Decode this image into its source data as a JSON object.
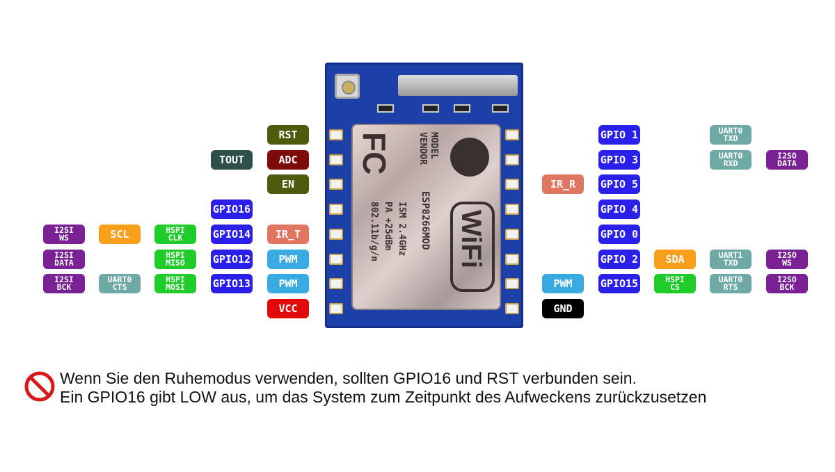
{
  "colors": {
    "olive": "#4e5a0c",
    "darkred": "#7d0b0b",
    "red": "#e20a0a",
    "black": "#000000",
    "tout": "#2f5048",
    "gpio": "#2b20ea",
    "ir": "#e07562",
    "pwm": "#3aaae2",
    "purple": "#7b2196",
    "orange": "#f8a01c",
    "green": "#1fcc2a",
    "teal": "#6ea9a5",
    "pcb": "#1d3fa8"
  },
  "left_pins": [
    {
      "func": {
        "text": "RST",
        "color": "olive"
      }
    },
    {
      "func": {
        "text": "ADC",
        "color": "darkred"
      },
      "gpio": {
        "text": "TOUT",
        "color": "tout"
      }
    },
    {
      "func": {
        "text": "EN",
        "color": "olive"
      }
    },
    {
      "gpio": {
        "text": "GPIO16",
        "color": "gpio"
      }
    },
    {
      "func": {
        "text": "IR_T",
        "color": "ir"
      },
      "gpio": {
        "text": "GPIO14",
        "color": "gpio"
      },
      "hspi": {
        "text": "HSPI\nCLK",
        "color": "green"
      },
      "misc": {
        "text": "SCL",
        "color": "orange"
      },
      "i2s": {
        "text": "I2SI\nWS",
        "color": "purple"
      }
    },
    {
      "func": {
        "text": "PWM",
        "color": "pwm"
      },
      "gpio": {
        "text": "GPIO12",
        "color": "gpio"
      },
      "hspi": {
        "text": "HSPI\nMISO",
        "color": "green"
      },
      "i2s": {
        "text": "I2SI\nDATA",
        "color": "purple"
      }
    },
    {
      "func": {
        "text": "PWM",
        "color": "pwm"
      },
      "gpio": {
        "text": "GPIO13",
        "color": "gpio"
      },
      "hspi": {
        "text": "HSPI\nMOSI",
        "color": "green"
      },
      "misc": {
        "text": "UART0\nCTS",
        "color": "teal"
      },
      "i2s": {
        "text": "I2SI\nBCK",
        "color": "purple"
      }
    },
    {
      "func": {
        "text": "VCC",
        "color": "red"
      }
    }
  ],
  "right_pins": [
    {
      "gpio": {
        "text": "GPIO 1",
        "color": "gpio"
      },
      "uart": {
        "text": "UART0\nTXD",
        "color": "teal"
      }
    },
    {
      "gpio": {
        "text": "GPIO 3",
        "color": "gpio"
      },
      "uart": {
        "text": "UART0\nRXD",
        "color": "teal"
      },
      "i2s": {
        "text": "I2SO\nDATA",
        "color": "purple"
      }
    },
    {
      "func": {
        "text": "IR_R",
        "color": "ir"
      },
      "gpio": {
        "text": "GPIO 5",
        "color": "gpio"
      }
    },
    {
      "gpio": {
        "text": "GPIO 4",
        "color": "gpio"
      }
    },
    {
      "gpio": {
        "text": "GPIO 0",
        "color": "gpio"
      }
    },
    {
      "gpio": {
        "text": "GPIO 2",
        "color": "gpio"
      },
      "misc": {
        "text": "SDA",
        "color": "orange"
      },
      "uart": {
        "text": "UART1\nTXD",
        "color": "teal"
      },
      "i2s": {
        "text": "I2SO\nWS",
        "color": "purple"
      }
    },
    {
      "func": {
        "text": "PWM",
        "color": "pwm"
      },
      "gpio": {
        "text": "GPIO15",
        "color": "gpio"
      },
      "misc": {
        "text": "HSPI\nCS",
        "color": "green"
      },
      "uart": {
        "text": "UART0\nRTS",
        "color": "teal"
      },
      "i2s": {
        "text": "I2SO\nBCK",
        "color": "purple"
      }
    },
    {
      "func": {
        "text": "GND",
        "color": "black"
      }
    }
  ],
  "module": {
    "fcc": "FC",
    "model_label": "MODEL",
    "vendor_label": "VENDOR",
    "model": "ESP8266MOD",
    "ism": "ISM 2.4GHz",
    "pa": "PA +25dBm",
    "standard": "802.11b/g/n",
    "wifi_logo": "WiFi"
  },
  "note": {
    "icon": "no-entry-icon",
    "line1": "Wenn Sie den Ruhemodus verwenden, sollten GPIO16 und RST verbunden sein.",
    "line2": "Ein GPIO16 gibt LOW aus, um das System zum Zeitpunkt des Aufweckens zurückzusetzen"
  }
}
